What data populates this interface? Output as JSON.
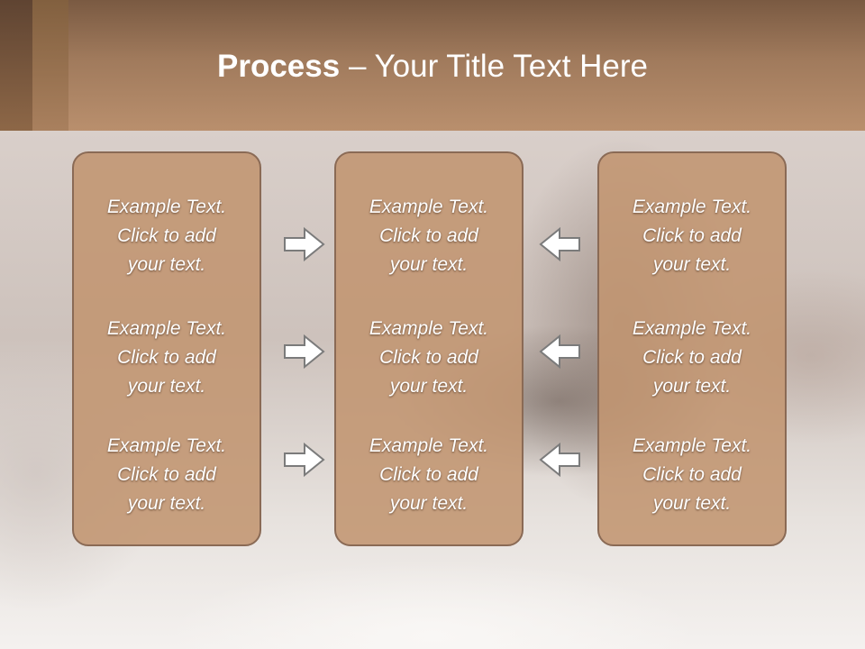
{
  "slide": {
    "title_bold": "Process",
    "title_rest": " – Your Title Text Here",
    "panels": {
      "left": [
        {
          "line1": "Example Text.",
          "line2": "Click  to add",
          "line3": "your text."
        },
        {
          "line1": "Example Text.",
          "line2": "Click  to add",
          "line3": "your text."
        },
        {
          "line1": "Example Text.",
          "line2": "Click  to add",
          "line3": "your text."
        }
      ],
      "center": [
        {
          "line1": "Example Text.",
          "line2": "Click  to add",
          "line3": "your text."
        },
        {
          "line1": "Example Text.",
          "line2": "Click  to add",
          "line3": "your text."
        },
        {
          "line1": "Example Text.",
          "line2": "Click  to add",
          "line3": "your text."
        }
      ],
      "right": [
        {
          "line1": "Example Text.",
          "line2": "Click  to add",
          "line3": "your text."
        },
        {
          "line1": "Example Text.",
          "line2": "Click  to add",
          "line3": "your text."
        },
        {
          "line1": "Example Text.",
          "line2": "Click  to add",
          "line3": "your text."
        }
      ]
    },
    "icons": {
      "left_arrows": "arrow-right-icon",
      "right_arrows": "arrow-left-icon"
    }
  }
}
